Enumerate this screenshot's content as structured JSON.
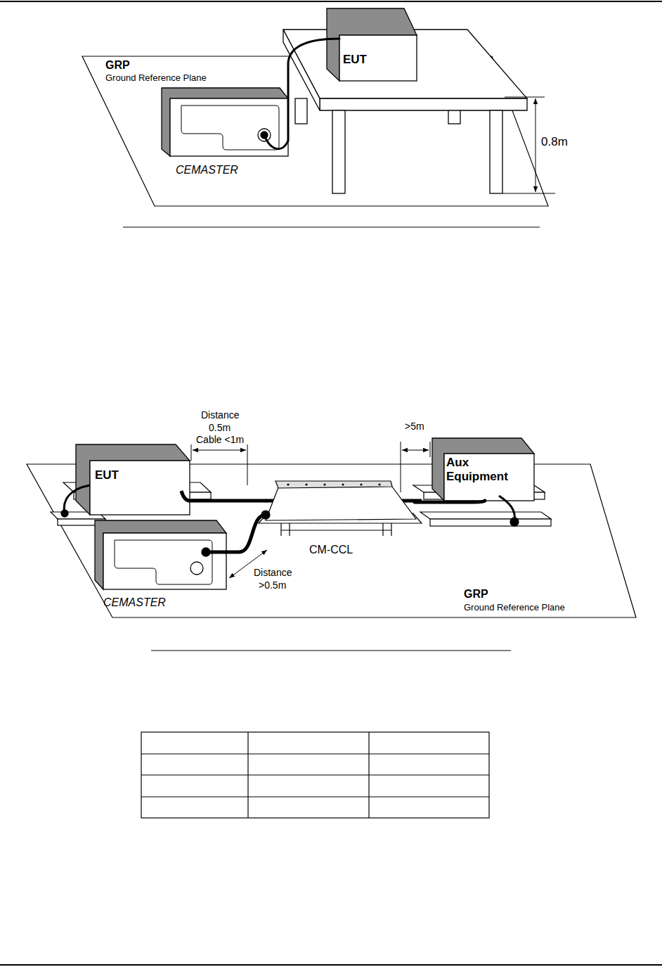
{
  "diagram": {
    "nodes": [
      {
        "text": [
          "GRP",
          "Ground Reference Plane"
        ]
      },
      {
        "text": [
          "EUT"
        ]
      },
      {
        "text": [
          "CEMASTER"
        ],
        "in": 0
      },
      {
        "text": [
          "GRP",
          "Ground Reference Plane"
        ]
      },
      {
        "text": [
          "EUT"
        ],
        "in": 3
      },
      {
        "text": [
          "CEMASTER"
        ],
        "in": 3
      },
      {
        "text": [
          "CM-CCL"
        ],
        "in": 3
      },
      {
        "text": [
          "Aux Equipment"
        ],
        "in": 3
      }
    ],
    "edges": [
      {
        "from": 2,
        "to": 1,
        "arrow": "none"
      },
      {
        "from": 4,
        "to": 6,
        "arrow": "none"
      },
      {
        "from": 5,
        "to": 6,
        "arrow": "none"
      },
      {
        "from": 6,
        "to": 7,
        "arrow": "none"
      }
    ],
    "labels": [
      "0.8m",
      "Distance",
      "0.5m",
      "Cable <1m",
      ">5m",
      "Distance",
      ">0.5m"
    ]
  }
}
